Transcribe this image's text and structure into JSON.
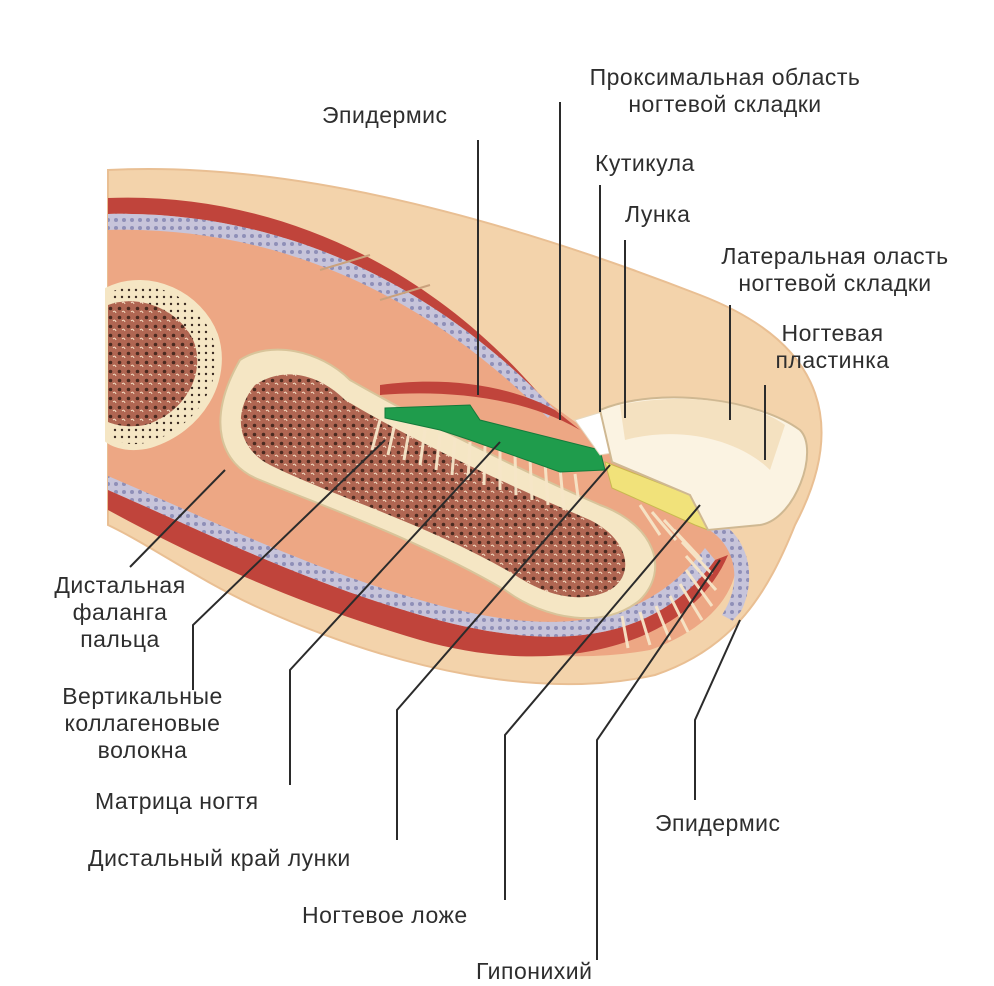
{
  "labels": {
    "epidermis_top": "Эпидермис",
    "proximal_fold_line1": "Проксимальная область",
    "proximal_fold_line2": "ногтевой складки",
    "cuticle": "Кутикула",
    "lunula": "Лунка",
    "lateral_fold_line1": "Латеральная оласть",
    "lateral_fold_line2": "ногтевой складки",
    "nail_plate_line1": "Ногтевая",
    "nail_plate_line2": "пластинка",
    "distal_phalanx_line1": "Дистальная",
    "distal_phalanx_line2": "фаланга",
    "distal_phalanx_line3": "пальца",
    "collagen_line1": "Вертикальные",
    "collagen_line2": "коллагеновые",
    "collagen_line3": "волокна",
    "matrix": "Матрица ногтя",
    "lunula_edge": "Дистальный край лунки",
    "nail_bed": "Ногтевое ложе",
    "hyponychium": "Гипонихий",
    "epidermis_bottom": "Эпидермис"
  },
  "colors": {
    "skin": "#f3d3ab",
    "dermis": "#eda784",
    "epidermis_red": "#c0443b",
    "basal_layer": "#a9a9c8",
    "bone_shell": "#f5e6c4",
    "marrow": "#a65848",
    "matrix_green": "#1f9c4c",
    "lunula_yellow": "#f1e27a",
    "nail_plate": "#fbf3e2",
    "leader": "#2b2b2b"
  }
}
